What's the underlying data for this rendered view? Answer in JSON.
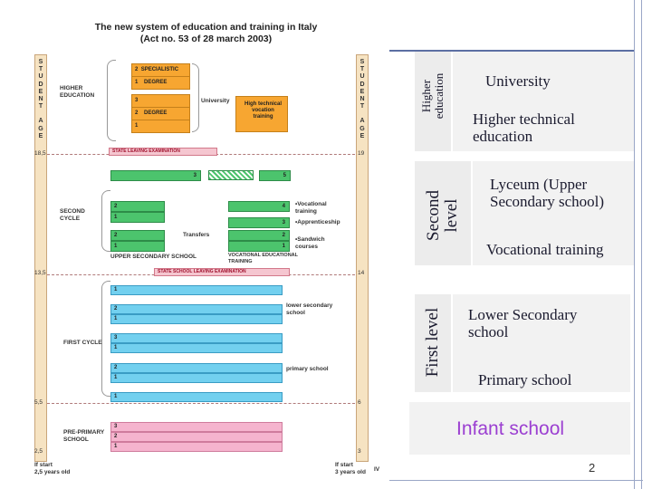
{
  "diagram": {
    "title_line1": "The new system of education and training in Italy",
    "title_line2": "(Act no. 53 of 28 march 2003)",
    "student_age_letters": [
      "S",
      "T",
      "U",
      "D",
      "E",
      "N",
      "T",
      "",
      "A",
      "G",
      "E"
    ],
    "ages_left": [
      "18,5",
      "13,5",
      "5,5",
      "2,5"
    ],
    "ages_right": [
      "19",
      "14",
      "6",
      "3"
    ],
    "higher_education_label": "HIGHER\nEDUCATION",
    "specialistic": "SPECIALISTIC",
    "degree": "DEGREE",
    "numbers": {
      "two": "2",
      "one": "1",
      "three": "3",
      "four": "4",
      "five": "5"
    },
    "university_label": "University",
    "higher_tech_vocational": "High technical\nvocation\ntraining",
    "state_leaving_exam_top": "STATE LEAVING EXAMINATION",
    "second_cycle_label": "SECOND\nCYCLE",
    "vocational_training": "•Vocational\ntraining",
    "apprenticeship": "•Apprenticeship",
    "sandwich_courses": "•Sandwich\ncourses",
    "transfers": "Transfers",
    "upper_secondary_school": "UPPER SECONDARY SCHOOL",
    "vocational_educational_training": "VOCATIONAL EDUCATIONAL\nTRAINING",
    "state_school_leaving_exam": "STATE SCHOOL LEAVING EXAMINATION",
    "lower_secondary_school": "lower secondary\nschool",
    "first_cycle_label": "FIRST CYCLE",
    "primary_school": "primary school",
    "pre_primary_label": "PRE-PRIMARY\nSCHOOL",
    "start_left": "If start\n2,5 years old",
    "start_right": "If start\n3 years old",
    "roman_four": "IV"
  },
  "levels": {
    "higher_education": "Higher\neducation",
    "second_level": "Second\nlevel",
    "first_level": "First level"
  },
  "schools": {
    "university": "University",
    "higher_technical": "Higher technical\neducation",
    "lyceum": "Lyceum (Upper\nSecondary school)",
    "vocational_training": "Vocational training",
    "lower_secondary": "Lower Secondary\nschool",
    "primary_school": "Primary school",
    "infant_school": "Infant school"
  },
  "page_number": "2",
  "colors": {
    "accent_line": "#5c6fa3",
    "infant_text": "#9b3fd1"
  }
}
